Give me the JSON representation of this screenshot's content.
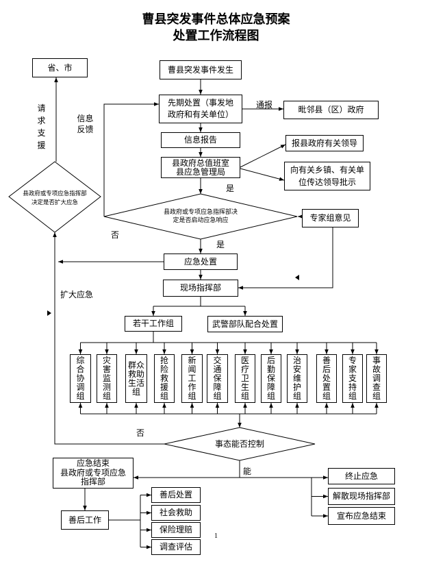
{
  "title": {
    "line1": "曹县突发事件总体应急预案",
    "line2": "处置工作流程图"
  },
  "nodes": {
    "province_city": "省、市",
    "incident": "曹县突发事件发生",
    "initial_response": [
      "先期处置（事发地",
      "政府和有关单位）"
    ],
    "neighbor_gov": "毗邻县（区）政府",
    "info_report": "信息报告",
    "report_leaders": "报县政府有关领导",
    "duty_office": [
      "县政府总值班室",
      "县应急管理局"
    ],
    "convey_instructions": [
      "向有关乡镇、有关单",
      "位传达领导批示"
    ],
    "decide_response": [
      "县政府或专项应急指挥部决",
      "定是否启动应急响应"
    ],
    "expert_opinion": "专家组意见",
    "decide_expand": [
      "县政府或专项应急指挥部",
      "决定是否扩大应急"
    ],
    "emergency_handling": "应急处置",
    "field_command": "现场指挥部",
    "work_groups": "若干工作组",
    "armed_police": "武警部队配合处置",
    "groups": [
      "综合协调组",
      "灾害监测组",
      "群众救助生活组",
      "抢险救援组",
      "新闻工作组",
      "交通保障组",
      "医疗卫生组",
      "后勤保障组",
      "治安维护组",
      "善后处置组",
      "专家支持组",
      "事故调查组"
    ],
    "control_decision": "事态能否控制",
    "end_emergency": [
      "应急结束",
      "县政府或专项应急",
      "指挥部"
    ],
    "terminate": "终止应急",
    "dissolve": "解散现场指挥部",
    "announce": "宣布应急结束",
    "aftermath": "善后工作",
    "aftermath_items": [
      "善后处置",
      "社会救助",
      "保险理赔",
      "调查评估"
    ]
  },
  "edge_labels": {
    "notify": "通报",
    "request_support": "请求支援",
    "info_feedback": "信息反馈",
    "yes_after_duty": "是",
    "no_feedback": "否",
    "yes_response": "是",
    "expand": "扩大应急",
    "no_control": "否",
    "can_control": "能"
  },
  "page_number": "1"
}
